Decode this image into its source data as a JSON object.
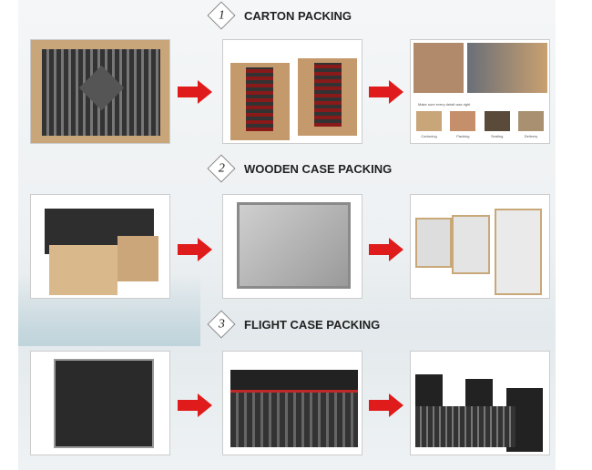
{
  "sections": [
    {
      "number": "1",
      "title": "CARTON PACKING"
    },
    {
      "number": "2",
      "title": "WOODEN CASE PACKING"
    },
    {
      "number": "3",
      "title": "FLIGHT CASE PACKING"
    }
  ],
  "carton_steps": {
    "caption": "Make sure every detail was right",
    "steps": [
      "Cartoning",
      "Packing",
      "Sealing",
      "Delivery"
    ]
  },
  "colors": {
    "arrow": "#e01b1b",
    "carton": "#c9a57a",
    "wood": "#d9b98c",
    "case": "#2a2a2a"
  }
}
